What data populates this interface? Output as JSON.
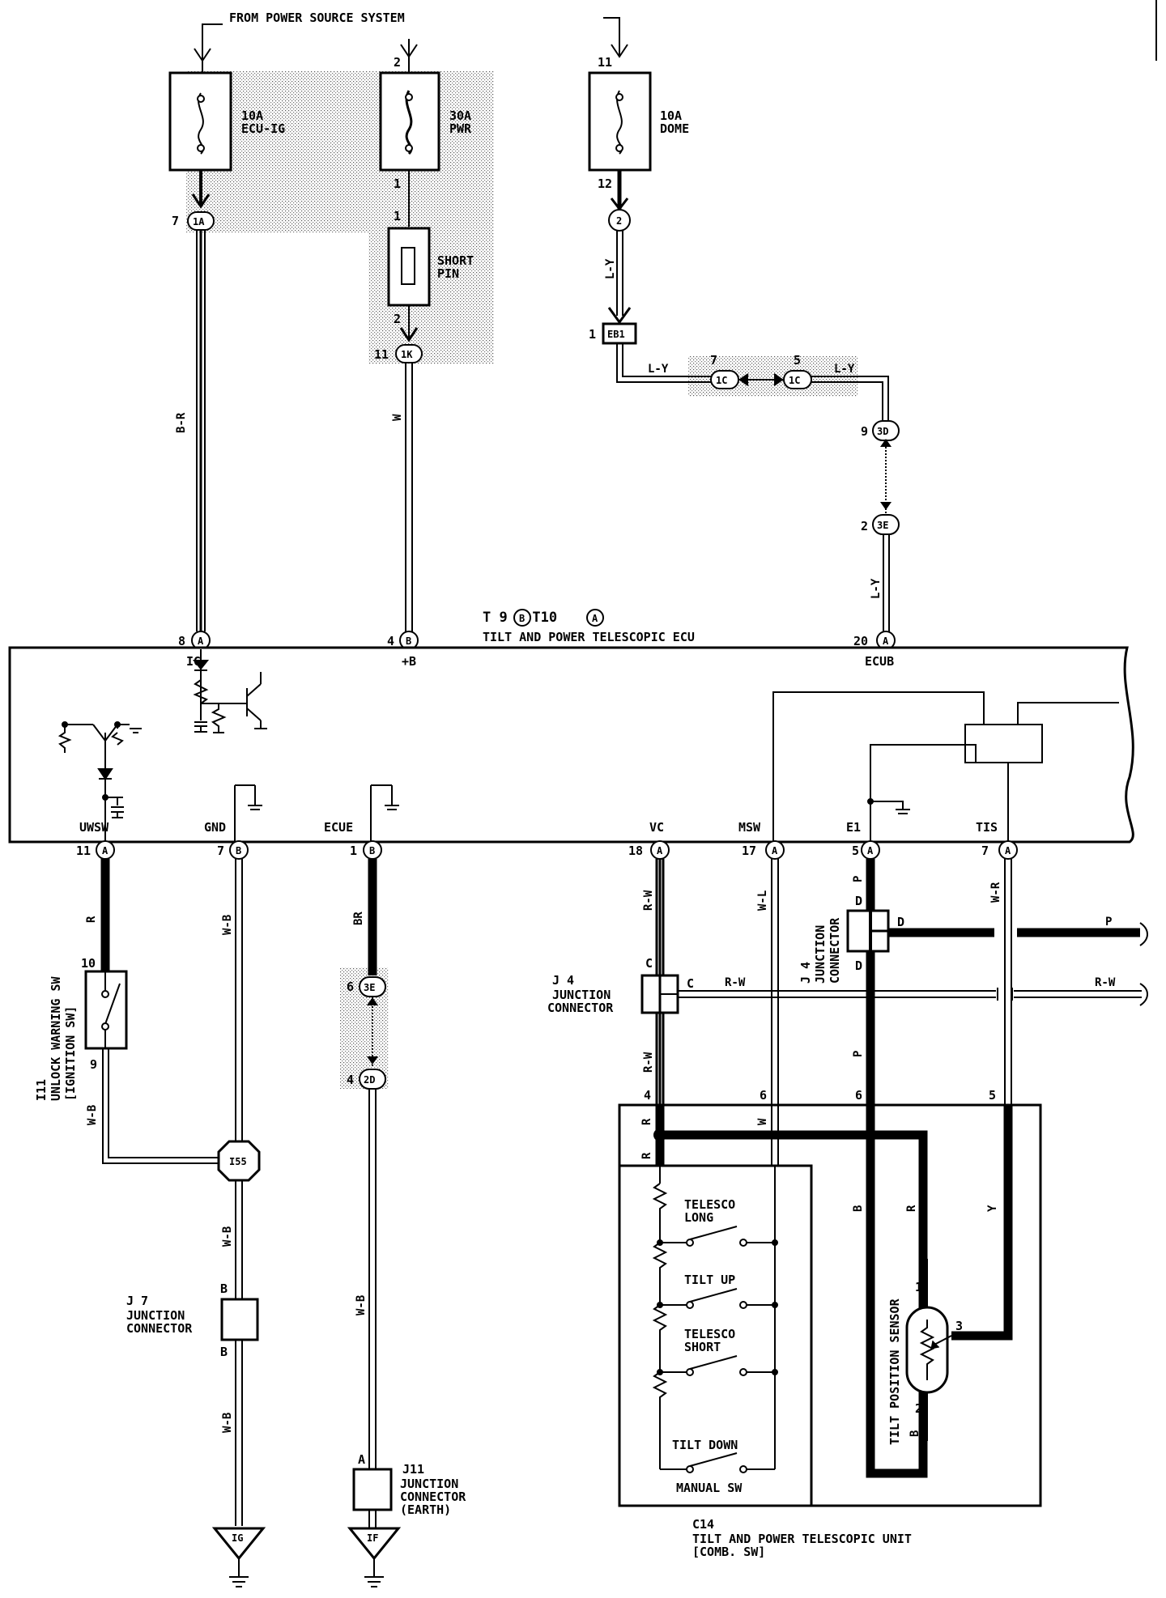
{
  "labels": {
    "power_source": "FROM POWER SOURCE SYSTEM",
    "fuse_ecu_ig_amp": "10A",
    "fuse_ecu_ig_name": "ECU-IG",
    "fuse_pwr_amp": "30A",
    "fuse_pwr_name": "PWR",
    "fuse_dome_amp": "10A",
    "fuse_dome_name": "DOME",
    "short_pin_l1": "SHORT",
    "short_pin_l2": "PIN",
    "ecu_ids": "T 9 , T10",
    "ecu_title": "TILT AND POWER TELESCOPIC ECU",
    "j4_title_l1": "JUNCTION",
    "j4_title_l2": "CONNECTOR",
    "j4_vert_id": "J 4",
    "j4_vert_l1": "JUNCTION",
    "j4_vert_l2": "CONNECTOR",
    "i11_id": "I11",
    "i11_l1": "UNLOCK WARNING SW",
    "i11_l2": "[IGNITION SW]",
    "j7_id": "J 7",
    "j7_l1": "JUNCTION",
    "j7_l2": "CONNECTOR",
    "j11_id": "J11",
    "j11_l1": "JUNCTION",
    "j11_l2": "CONNECTOR",
    "j11_l3": "(EARTH)",
    "c14_id": "C14",
    "c14_l1": "TILT AND POWER TELESCOPIC UNIT",
    "c14_l2": "[COMB. SW]",
    "telesco_long_l1": "TELESCO",
    "telesco_long_l2": "LONG",
    "tilt_up": "TILT UP",
    "telesco_short_l1": "TELESCO",
    "telesco_short_l2": "SHORT",
    "tilt_down": "TILT DOWN",
    "manual_sw": "MANUAL SW",
    "tilt_position_sensor": "TILT POSITION SENSOR"
  },
  "terminals": {
    "ig": "IG",
    "plus_b": "+B",
    "ecub": "ECUB",
    "uwsw": "UWSW",
    "gnd": "GND",
    "ecue": "ECUE",
    "vc": "VC",
    "msw": "MSW",
    "e1": "E1",
    "tis": "TIS"
  },
  "wire_colors": {
    "br": "B-R",
    "w": "W",
    "ly": "L-Y",
    "r": "R",
    "wb": "W-B",
    "brn": "BR",
    "rw": "R-W",
    "wl": "W-L",
    "p": "P",
    "wr": "W-R",
    "b": "B",
    "y": "Y"
  },
  "connectors": {
    "c_1a": "1A",
    "c_1k": "1K",
    "c_2": "2",
    "c_eb1": "EB1",
    "c_1c": "1C",
    "c_3d": "3D",
    "c_3e": "3E",
    "c_2d": "2D",
    "c_a": "A",
    "c_b": "B",
    "c_i55": "I55",
    "g_ig": "IG",
    "g_if": "IF"
  },
  "pins": {
    "p7": "7",
    "p2": "2",
    "p1": "1",
    "p11": "11",
    "p12": "12",
    "p5": "5",
    "p9": "9",
    "p8": "8",
    "p4": "4",
    "p20": "20",
    "p18": "18",
    "p17": "17",
    "p10": "10",
    "p6": "6",
    "p3": "3",
    "c": "C",
    "d": "D",
    "a": "A",
    "b": "B"
  }
}
